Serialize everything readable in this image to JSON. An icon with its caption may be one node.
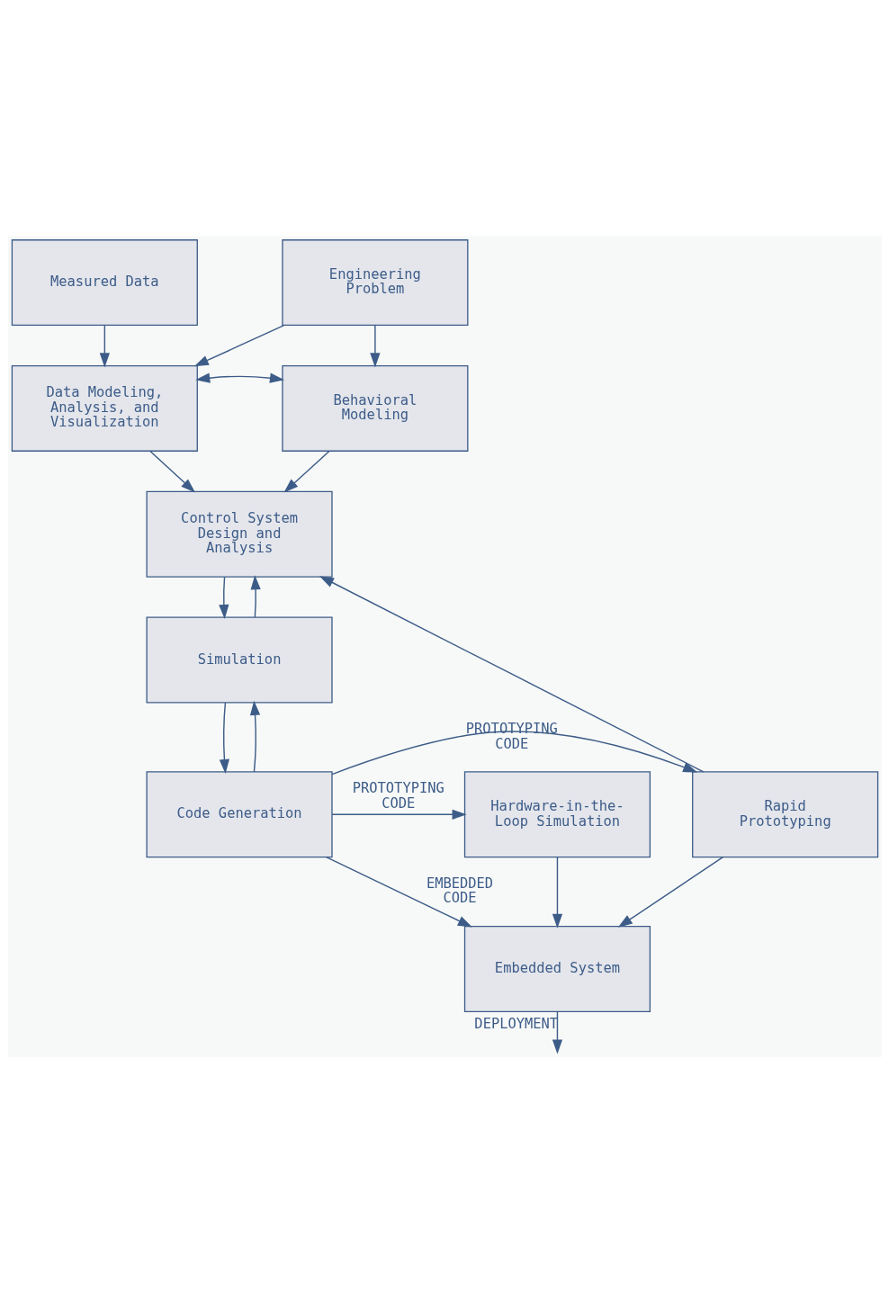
{
  "diagram": {
    "nodes": [
      {
        "text": [
          "Measured Data"
        ]
      },
      {
        "text": [
          "Engineering Problem"
        ]
      },
      {
        "text": [
          "Data Modeling, Analysis, and Visualization"
        ]
      },
      {
        "text": [
          "Behavioral Modeling"
        ]
      },
      {
        "text": [
          "Control System Design and Analysis"
        ]
      },
      {
        "text": [
          "Simulation"
        ]
      },
      {
        "text": [
          "Code Generation"
        ]
      },
      {
        "text": [
          "Rapid Prototyping"
        ]
      },
      {
        "text": [
          "Hardware-in-the-Loop Simulation"
        ]
      },
      {
        "text": [
          "Embedded System"
        ]
      }
    ],
    "edges": [
      {
        "from": 0,
        "to": 2,
        "arrow": "to"
      },
      {
        "from": 1,
        "to": 2,
        "arrow": "to"
      },
      {
        "from": 1,
        "to": 3,
        "arrow": "to"
      },
      {
        "from": 2,
        "to": 3,
        "arrow": "both"
      },
      {
        "from": 2,
        "to": 4,
        "arrow": "to"
      },
      {
        "from": 3,
        "to": 4,
        "arrow": "to"
      },
      {
        "from": 4,
        "to": 5,
        "arrow": "to"
      },
      {
        "from": 5,
        "to": 4,
        "arrow": "to"
      },
      {
        "from": 5,
        "to": 6,
        "arrow": "to"
      },
      {
        "from": 6,
        "to": 5,
        "arrow": "to"
      },
      {
        "from": 6,
        "to": 7,
        "arrow": "to",
        "label": "PROTOTYPING CODE"
      },
      {
        "from": 6,
        "to": 9,
        "arrow": "to",
        "label": "EMBEDDED CODE"
      },
      {
        "from": 6,
        "to": 8,
        "arrow": "to",
        "label": "PROTOTYPING CODE"
      },
      {
        "from": 7,
        "to": 4,
        "arrow": "to"
      },
      {
        "from": 7,
        "to": 9,
        "arrow": "to"
      },
      {
        "from": 8,
        "to": 9,
        "arrow": "to"
      },
      {
        "from": 9,
        "to": null,
        "arrow": "to",
        "label": "DEPLOYMENT"
      }
    ]
  }
}
